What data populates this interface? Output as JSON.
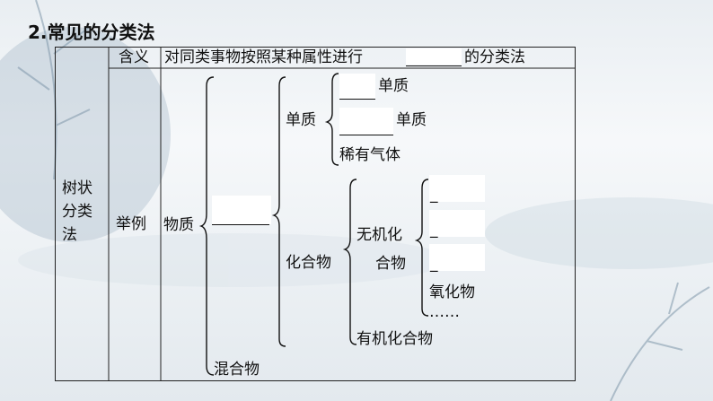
{
  "heading": "2.常见的分类法",
  "table": {
    "row_header": [
      "树状",
      "分类",
      "法"
    ],
    "col_meaning": "含义",
    "meaning_text_1": "对同类事物按照某种属性进行",
    "meaning_text_2": "的分类法",
    "col_example": "举例"
  },
  "tree": {
    "root": "物质",
    "pure_substance_blank": "",
    "elemental": "单质",
    "elemental_item_1_suffix": "单质",
    "elemental_item_2_suffix": "单质",
    "noble_gas": "稀有气体",
    "compound": "化合物",
    "inorganic_line_1": "无机化",
    "inorganic_line_2": "合物",
    "inorganic_blank_mark": "_",
    "oxide": "氧化物",
    "ellipsis": "……",
    "organic": "有机化合物",
    "mixture": "混合物"
  }
}
